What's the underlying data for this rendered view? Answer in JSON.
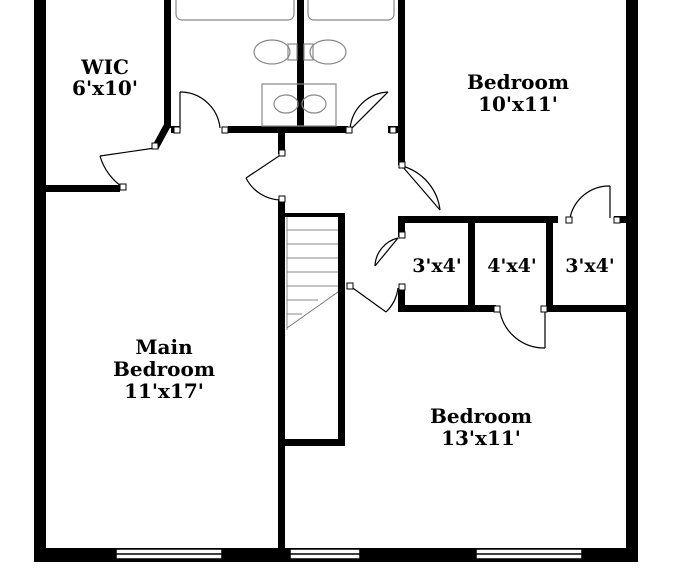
{
  "rooms": {
    "wic": {
      "name": "WIC",
      "size": "6'x10'"
    },
    "bedroom_top": {
      "name": "Bedroom",
      "size": "10'x11'"
    },
    "main_bedroom": {
      "line1": "Main",
      "line2": "Bedroom",
      "size": "11'x17'"
    },
    "bedroom_bottom": {
      "name": "Bedroom",
      "size": "13'x11'"
    }
  },
  "closets": {
    "left": "3'x4'",
    "middle": "4'x4'",
    "right": "3'x4'"
  },
  "colors": {
    "wall": "#000000",
    "fixture_stroke": "#888888",
    "background": "#ffffff"
  }
}
